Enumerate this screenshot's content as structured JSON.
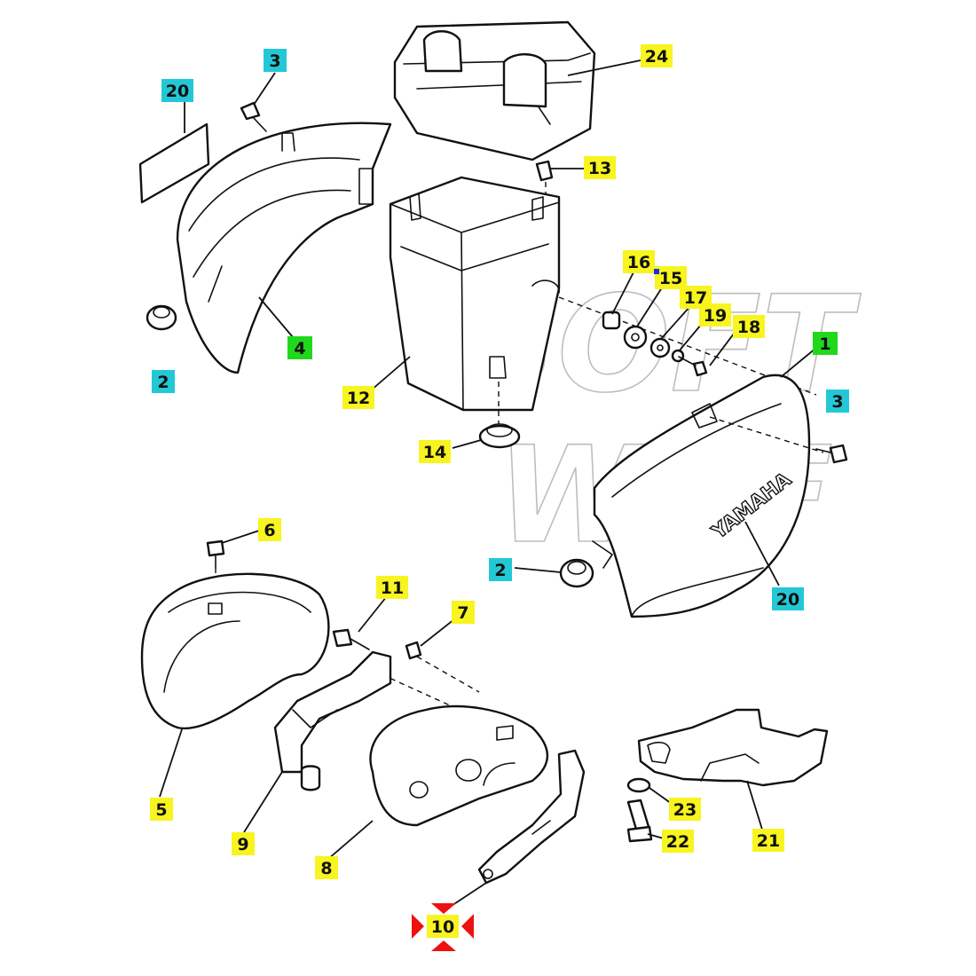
{
  "colors": {
    "yellow": "#f7f41f",
    "cyan": "#23c8d6",
    "green": "#21d81c",
    "marker_red": "#ee1111",
    "marker_blue": "#1d2fe0"
  },
  "watermark": {
    "text_a": "SOFT",
    "text_b": "WAF"
  },
  "emblem_text": "YAMAHA",
  "callouts": [
    {
      "id": "c-3-a",
      "label": "3",
      "color": "cyan"
    },
    {
      "id": "c-20-a",
      "label": "20",
      "color": "cyan"
    },
    {
      "id": "c-24",
      "label": "24",
      "color": "yellow"
    },
    {
      "id": "c-13",
      "label": "13",
      "color": "yellow"
    },
    {
      "id": "c-16",
      "label": "16",
      "color": "yellow"
    },
    {
      "id": "c-15",
      "label": "15",
      "color": "yellow"
    },
    {
      "id": "c-17",
      "label": "17",
      "color": "yellow"
    },
    {
      "id": "c-19",
      "label": "19",
      "color": "yellow"
    },
    {
      "id": "c-18",
      "label": "18",
      "color": "yellow"
    },
    {
      "id": "c-1",
      "label": "1",
      "color": "green"
    },
    {
      "id": "c-4",
      "label": "4",
      "color": "green"
    },
    {
      "id": "c-2-a",
      "label": "2",
      "color": "cyan"
    },
    {
      "id": "c-12",
      "label": "12",
      "color": "yellow"
    },
    {
      "id": "c-3-b",
      "label": "3",
      "color": "cyan"
    },
    {
      "id": "c-14",
      "label": "14",
      "color": "yellow"
    },
    {
      "id": "c-6",
      "label": "6",
      "color": "yellow"
    },
    {
      "id": "c-2-b",
      "label": "2",
      "color": "cyan"
    },
    {
      "id": "c-20-b",
      "label": "20",
      "color": "cyan"
    },
    {
      "id": "c-11",
      "label": "11",
      "color": "yellow"
    },
    {
      "id": "c-7",
      "label": "7",
      "color": "yellow"
    },
    {
      "id": "c-5",
      "label": "5",
      "color": "yellow"
    },
    {
      "id": "c-9",
      "label": "9",
      "color": "yellow"
    },
    {
      "id": "c-8",
      "label": "8",
      "color": "yellow"
    },
    {
      "id": "c-23",
      "label": "23",
      "color": "yellow"
    },
    {
      "id": "c-22",
      "label": "22",
      "color": "yellow"
    },
    {
      "id": "c-21",
      "label": "21",
      "color": "yellow"
    },
    {
      "id": "c-10",
      "label": "10",
      "color": "yellow"
    }
  ]
}
